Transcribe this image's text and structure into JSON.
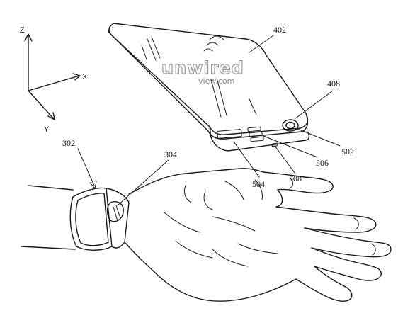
{
  "axes": {
    "z": "Z",
    "x": "X",
    "y": "Y"
  },
  "labels": {
    "band": "302",
    "clasp": "304",
    "device": "402",
    "button": "408",
    "ring": "502",
    "port": "504",
    "keys": "506",
    "edge": "508"
  },
  "watermark": {
    "main": "unwired",
    "sub": "view.com"
  },
  "colors": {
    "ink": "#1a1a1a",
    "background": "#ffffff",
    "watermark": "#9a9a9a"
  }
}
